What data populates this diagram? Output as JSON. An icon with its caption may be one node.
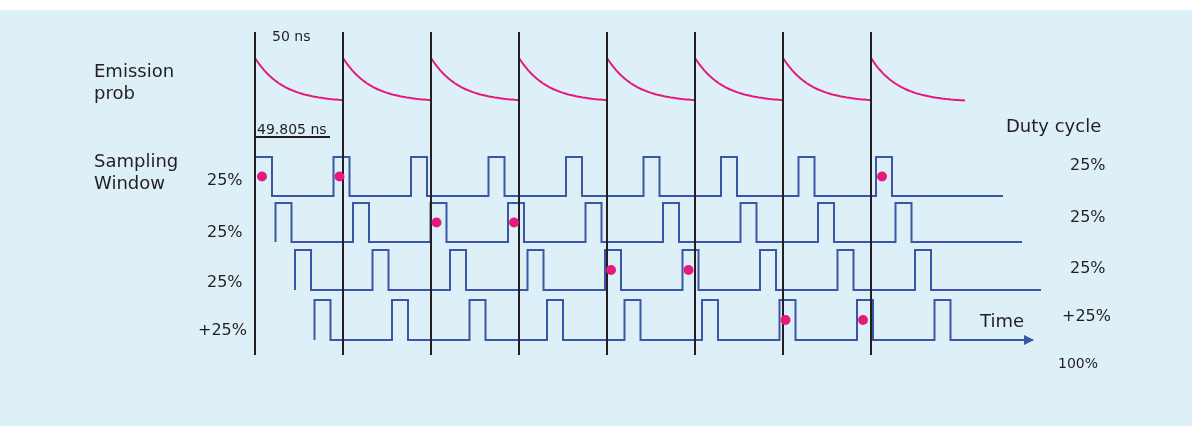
{
  "diagram": {
    "labels": [
      "50 ns",
      "Emission prob",
      "49.805 ns",
      "Duty cycle",
      "Sampling Window",
      "25%",
      "25%",
      "25%",
      "25%",
      "25%",
      "25%",
      "+25%",
      "Time",
      "+25%",
      "100%"
    ]
  }
}
